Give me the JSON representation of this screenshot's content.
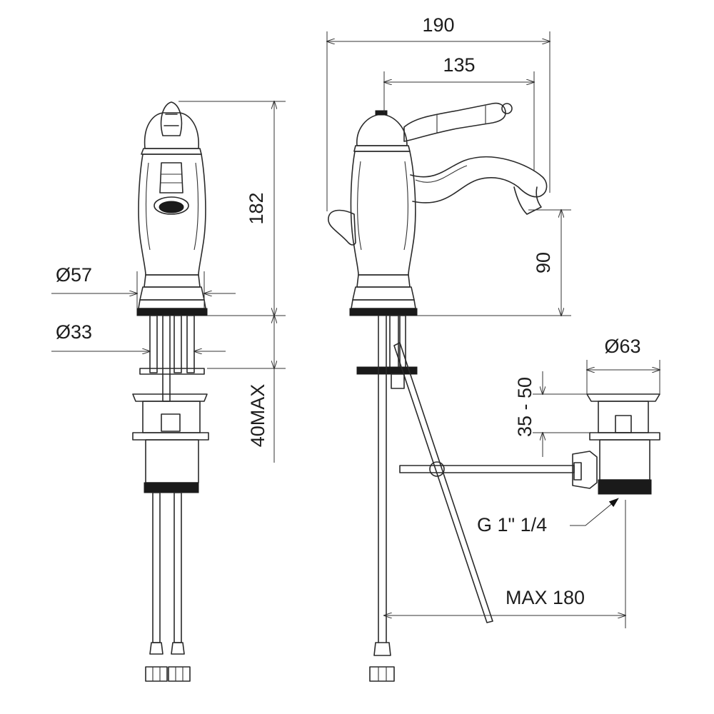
{
  "dimensions": {
    "width_190": "190",
    "width_135": "135",
    "height_182": "182",
    "height_90": "90",
    "dia_57": "Ø57",
    "dia_33": "Ø33",
    "deck_40max": "40MAX",
    "dia_63": "Ø63",
    "range_35_50": "35 - 50",
    "thread_g114": "G 1\" 1/4",
    "max_180": "MAX 180"
  }
}
